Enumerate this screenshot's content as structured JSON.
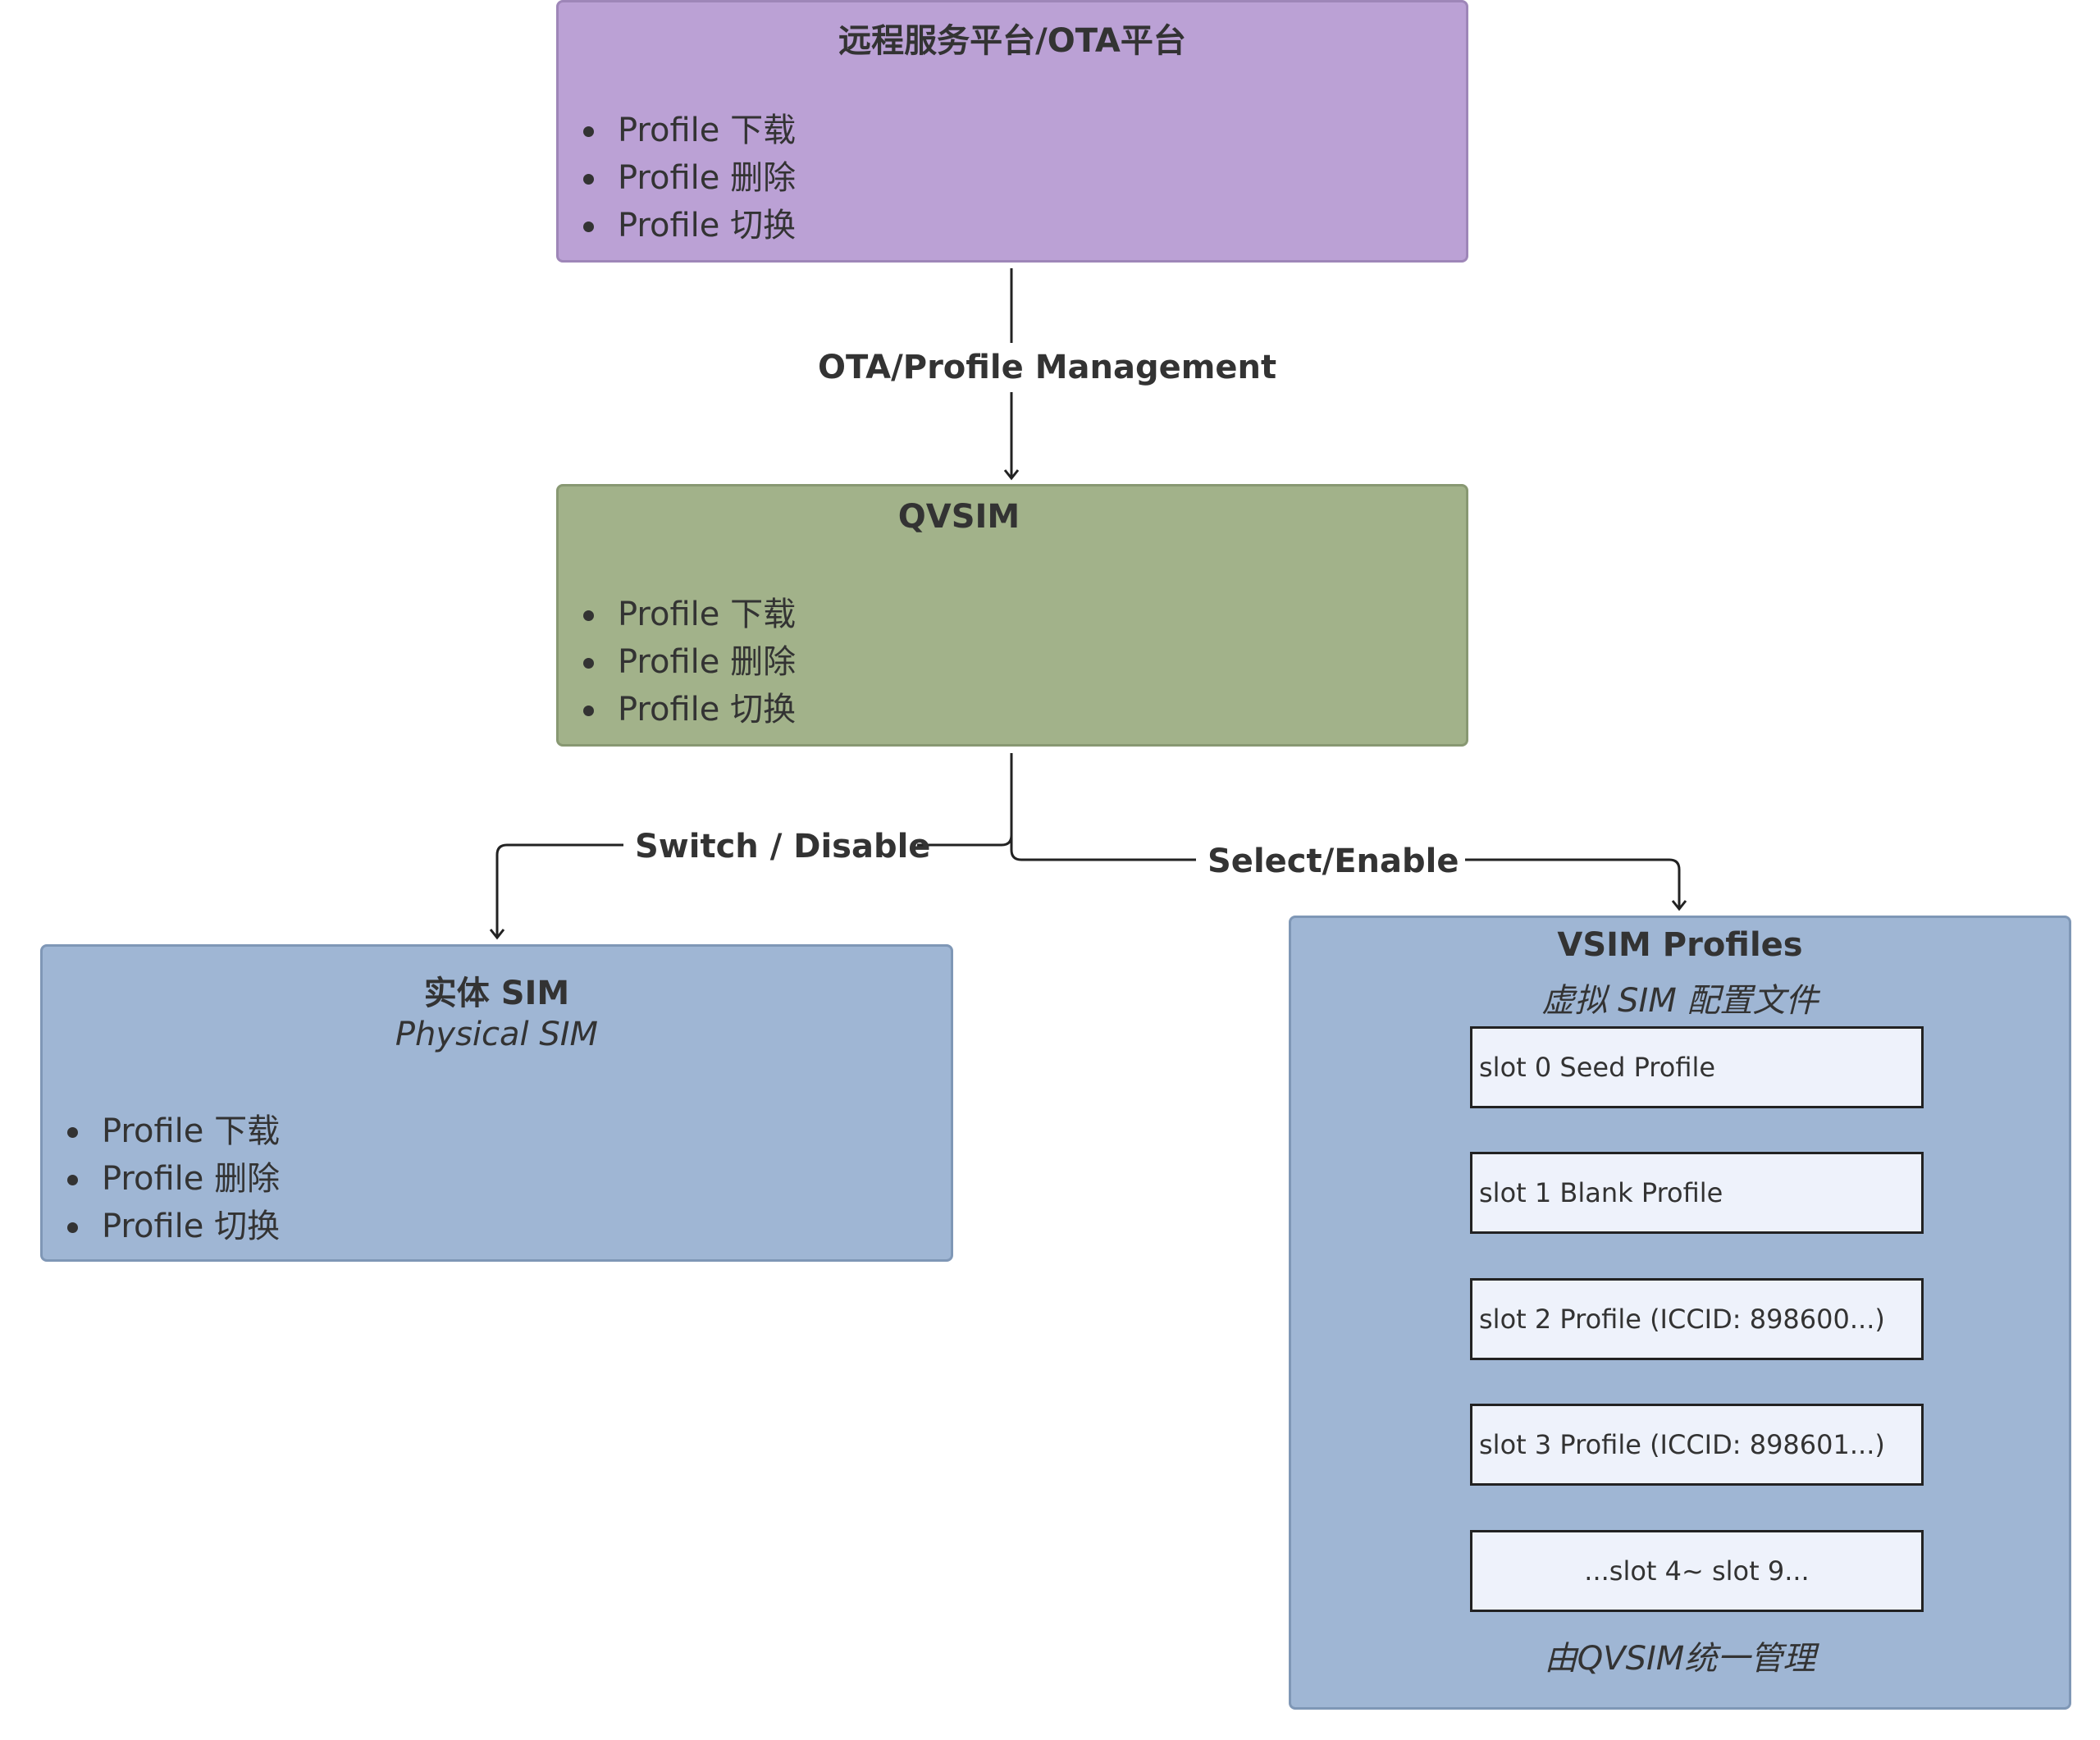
{
  "colors": {
    "ota_fill": "#bba1d5",
    "ota_border": "#9e86b8",
    "qvsim_fill": "#a2b28a",
    "qvsim_border": "#889872",
    "sim_fill": "#9fb6d4",
    "sim_border": "#7f97b6",
    "slot_fill": "#eef2fb",
    "edge_line": "#222222"
  },
  "nodes": {
    "ota_platform": {
      "title": "远程服务平台/OTA平台",
      "items": [
        "Profile 下载",
        "Profile 删除",
        "Profile 切换"
      ]
    },
    "qvsim": {
      "title": "QVSIM",
      "items": [
        "Profile 下载",
        "Profile 删除",
        "Profile 切换"
      ]
    },
    "physical_sim": {
      "title": "实体 SIM",
      "subtitle": "Physical SIM",
      "items": [
        "Profile 下载",
        "Profile 删除",
        "Profile 切换"
      ]
    },
    "vsim_profiles": {
      "title": "VSIM Profiles",
      "subtitle": "虚拟 SIM 配置文件",
      "slots": [
        "slot 0 Seed Profile",
        "slot 1 Blank Profile",
        "slot 2 Profile (ICCID: 898600...)",
        "slot 3 Profile (ICCID: 898601...)",
        "...slot 4~ slot 9..."
      ],
      "footer": "由QVSIM统一管理"
    }
  },
  "edges": {
    "ota_to_qvsim": "OTA/Profile Management",
    "qvsim_to_sim": "Switch / Disable",
    "qvsim_to_vsim": "Select/Enable"
  }
}
